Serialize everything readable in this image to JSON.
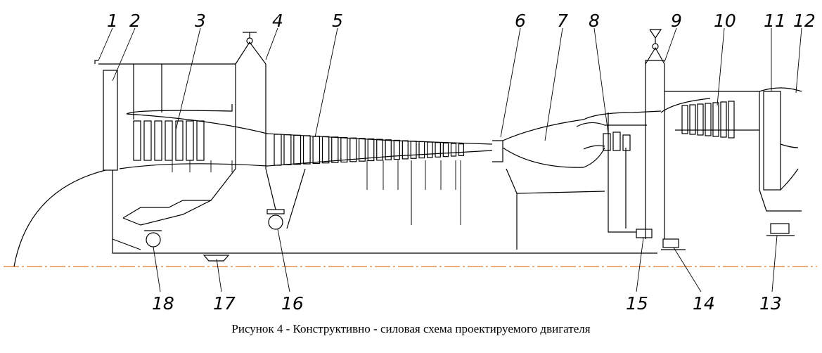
{
  "diagram": {
    "caption": "Рисунок 4 - Конструктивно - силовая схема проектируемого двигателя",
    "labels": [
      "1",
      "2",
      "3",
      "4",
      "5",
      "6",
      "7",
      "8",
      "9",
      "10",
      "11",
      "12",
      "13",
      "14",
      "15",
      "16",
      "17",
      "18"
    ],
    "colors": {
      "line": "#000000",
      "centerline": "#e07b2a"
    }
  }
}
